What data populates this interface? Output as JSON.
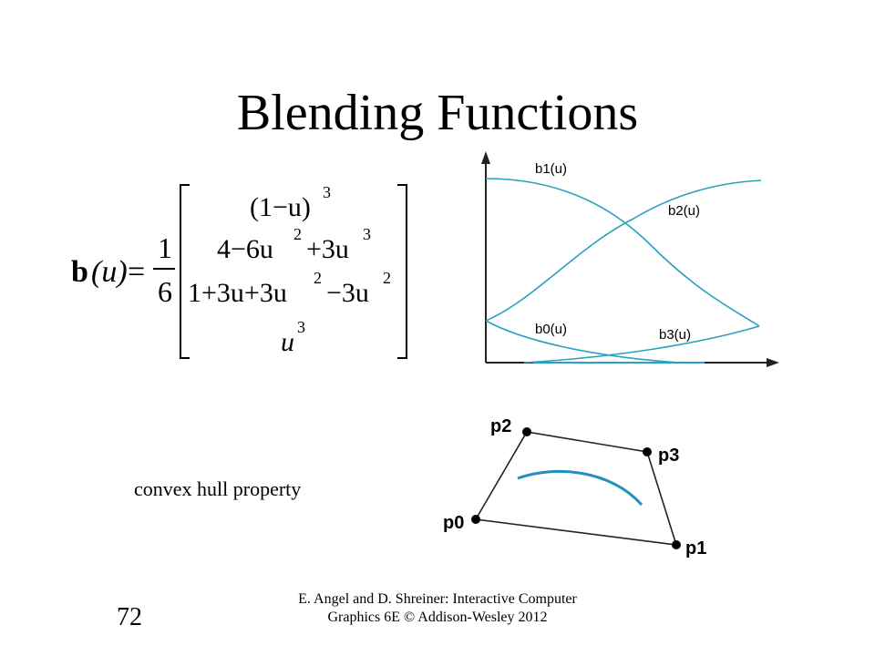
{
  "slide": {
    "title": "Blending Functions",
    "hull_label": "convex hull property",
    "number": "72",
    "footer_line1": "E. Angel and D. Shreiner: Interactive Computer",
    "footer_line2": "Graphics 6E © Addison-Wesley 2012"
  },
  "formula": {
    "lhs_bold": "b",
    "lhs_arg": "(u)",
    "equals": "=",
    "frac_num": "1",
    "frac_den": "6",
    "row1": "(1−u)",
    "row1_exp": "3",
    "row2": "4−6u",
    "row2_exp_a": "2",
    "row2_mid": "+3u",
    "row2_exp_b": "3",
    "row3": "1+3u+3u",
    "row3_exp_a": "2",
    "row3_mid": "−3u",
    "row3_exp_b": "2",
    "row4": "u",
    "row4_exp": "3"
  },
  "graph": {
    "labels": {
      "b1": "b1(u)",
      "b2": "b2(u)",
      "b0": "b0(u)",
      "b3": "b3(u)"
    },
    "curve_color": "#2aa0c0"
  },
  "hull": {
    "points": [
      "p0",
      "p1",
      "p2",
      "p3"
    ],
    "curve_color": "#1f8fc0"
  }
}
